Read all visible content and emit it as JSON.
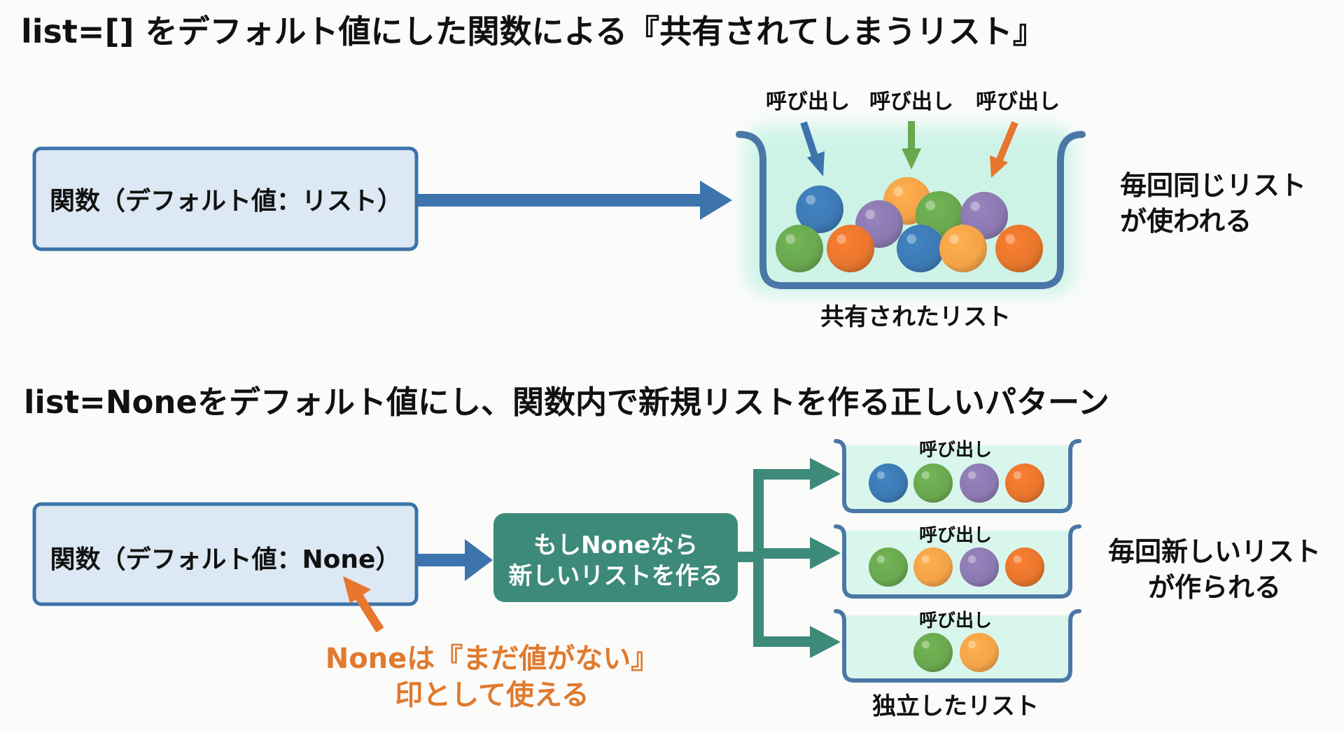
{
  "colors": {
    "box_border": "#3b73a8",
    "box_fill": "#dce8f3",
    "arrow_blue": "#3d74ad",
    "arrow_green": "#6aa84f",
    "arrow_orange": "#e8762d",
    "teal": "#3d8a7a",
    "bowl_stroke": "#4a78a6",
    "bowl_fill": "#d8f5ec",
    "note_orange": "#e07a2e",
    "ball_blue": "#3d7ab5",
    "ball_green": "#6aa84f",
    "ball_orange": "#e8762d",
    "ball_purple": "#8c79b0",
    "ball_light_orange": "#f4a347"
  },
  "top_section": {
    "title": "list=[] をデフォルト値にした関数による『共有されてしまうリスト』",
    "function_box_label": "関数（デフォルト値：リスト）",
    "call_labels": [
      "呼び出し",
      "呼び出し",
      "呼び出し"
    ],
    "call_arrow_colors": [
      "arrow_blue",
      "arrow_green",
      "arrow_orange"
    ],
    "shared_list_caption": "共有されたリスト",
    "shared_list_balls": [
      "blue",
      "green",
      "orange",
      "purple",
      "light_orange",
      "green",
      "purple",
      "blue",
      "light_orange",
      "orange"
    ],
    "side_text": [
      "毎回同じリスト",
      "が使われる"
    ]
  },
  "bottom_section": {
    "title": "list=Noneをデフォルト値にし、関数内で新規リストを作る正しいパターン",
    "function_box_label": "関数（デフォルト値：None）",
    "condition_box_label": [
      "もしNoneなら",
      "新しいリストを作る"
    ],
    "note": [
      "Noneは『まだ値がない』",
      "印として使える"
    ],
    "independent_lists": [
      {
        "call_label": "呼び出し",
        "balls": [
          "blue",
          "green",
          "purple",
          "orange"
        ]
      },
      {
        "call_label": "呼び出し",
        "balls": [
          "green",
          "light_orange",
          "purple",
          "orange"
        ]
      },
      {
        "call_label": "呼び出し",
        "balls": [
          "green",
          "light_orange"
        ]
      }
    ],
    "independent_list_caption": "独立したリスト",
    "side_text": [
      "毎回新しいリスト",
      "が作られる"
    ]
  }
}
